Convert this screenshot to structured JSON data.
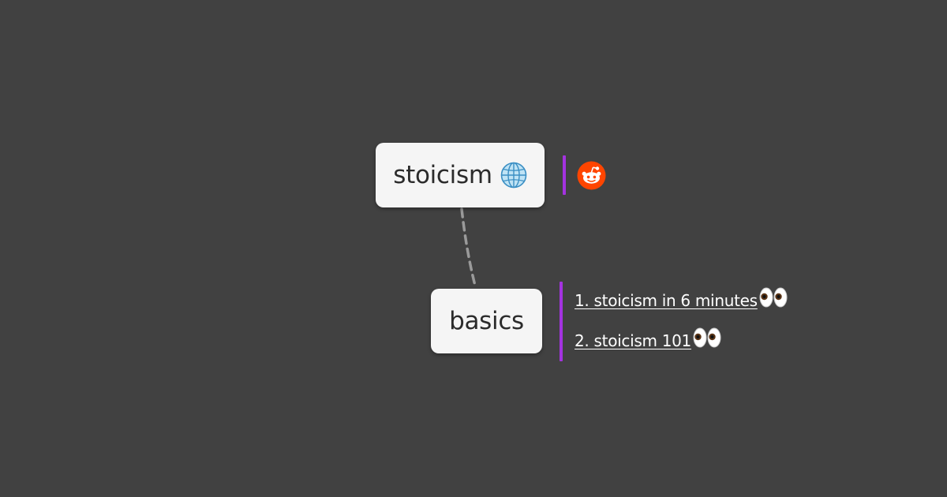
{
  "colors": {
    "background": "#414141",
    "node_fill": "#f5f5f5",
    "node_text": "#2b2b2b",
    "accent_bar": "#a433e0",
    "connector": "#9a9a9a",
    "link_text": "#ffffff",
    "reddit_orange": "#ff4500"
  },
  "mindmap": {
    "root": {
      "label": "stoicism",
      "icon": "globe-icon",
      "note_icon": "reddit-icon"
    },
    "child": {
      "label": "basics",
      "links": [
        {
          "label": "1. stoicism in 6 minutes ",
          "icon": "eyes-icon"
        },
        {
          "label": "2. stoicism 101 ",
          "icon": "eyes-icon"
        }
      ]
    }
  }
}
